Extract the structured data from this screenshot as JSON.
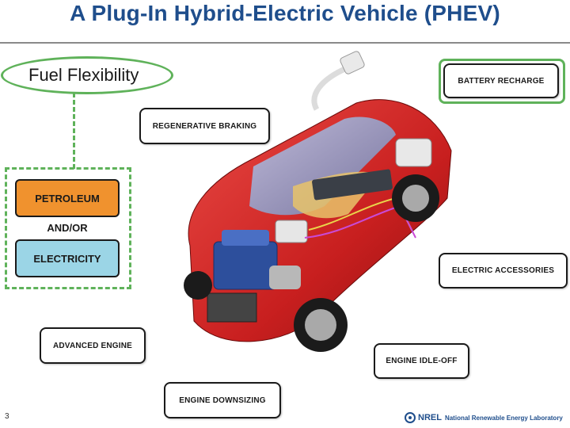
{
  "title": "A Plug-In Hybrid-Electric Vehicle (PHEV)",
  "fuel_flexibility": "Fuel Flexibility",
  "fuels": {
    "petroleum": "PETROLEUM",
    "andor": "AND/OR",
    "electricity": "ELECTRICITY"
  },
  "features": {
    "battery_recharge": "BATTERY RECHARGE",
    "regenerative_braking": "REGENERATIVE BRAKING",
    "electric_accessories": "ELECTRIC ACCESSORIES",
    "advanced_engine": "ADVANCED ENGINE",
    "engine_idle_off": "ENGINE IDLE-OFF",
    "engine_downsizing": "ENGINE DOWNSIZING"
  },
  "footer": {
    "slide_number": "3",
    "logo_short": "NREL",
    "logo_full": "National Renewable Energy Laboratory"
  },
  "colors": {
    "title": "#1f4e8c",
    "green_accent": "#5fb25a",
    "petroleum": "#f0922e",
    "electricity": "#9bd5e6",
    "car_body": "#d42a2a"
  },
  "icons": {
    "car": "red-phev-cutaway-car",
    "plug": "power-plug-icon",
    "logo": "nrel-logo-icon"
  }
}
